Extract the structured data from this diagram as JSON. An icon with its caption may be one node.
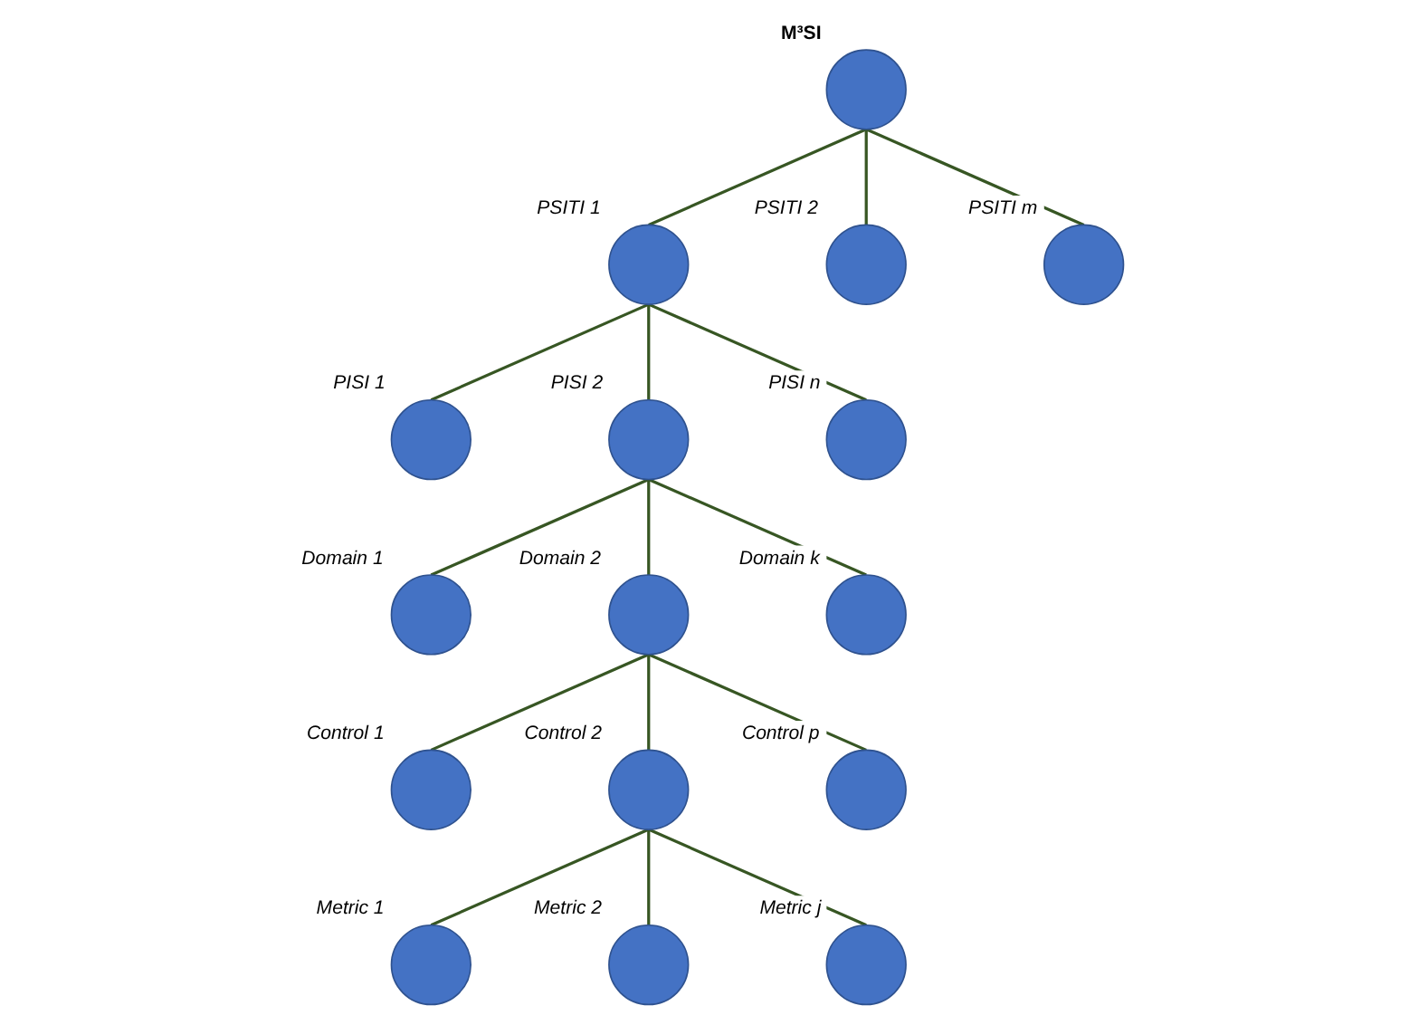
{
  "diagram": {
    "nodes": [
      {
        "text": [
          "M³SI"
        ]
      },
      {
        "text": [
          "PSITI 1"
        ]
      },
      {
        "text": [
          "PSITI 2"
        ]
      },
      {
        "text": [
          "PSITI m"
        ]
      },
      {
        "text": [
          "PISI 1"
        ]
      },
      {
        "text": [
          "PISI 2"
        ]
      },
      {
        "text": [
          "PISI n"
        ]
      },
      {
        "text": [
          "Domain 1"
        ]
      },
      {
        "text": [
          "Domain 2"
        ]
      },
      {
        "text": [
          "Domain k"
        ]
      },
      {
        "text": [
          "Control 1"
        ]
      },
      {
        "text": [
          "Control 2"
        ]
      },
      {
        "text": [
          "Control p"
        ]
      },
      {
        "text": [
          "Metric 1"
        ]
      },
      {
        "text": [
          "Metric 2"
        ]
      },
      {
        "text": [
          "Metric j"
        ]
      }
    ],
    "edges": [
      {
        "from": 0,
        "to": 1,
        "arrow": "none"
      },
      {
        "from": 0,
        "to": 2,
        "arrow": "none"
      },
      {
        "from": 0,
        "to": 3,
        "arrow": "none"
      },
      {
        "from": 1,
        "to": 4,
        "arrow": "none"
      },
      {
        "from": 1,
        "to": 5,
        "arrow": "none"
      },
      {
        "from": 1,
        "to": 6,
        "arrow": "none"
      },
      {
        "from": 5,
        "to": 7,
        "arrow": "none"
      },
      {
        "from": 5,
        "to": 8,
        "arrow": "none"
      },
      {
        "from": 5,
        "to": 9,
        "arrow": "none"
      },
      {
        "from": 8,
        "to": 10,
        "arrow": "none"
      },
      {
        "from": 8,
        "to": 11,
        "arrow": "none"
      },
      {
        "from": 8,
        "to": 12,
        "arrow": "none"
      },
      {
        "from": 11,
        "to": 13,
        "arrow": "none"
      },
      {
        "from": 11,
        "to": 14,
        "arrow": "none"
      },
      {
        "from": 11,
        "to": 15,
        "arrow": "none"
      }
    ]
  }
}
